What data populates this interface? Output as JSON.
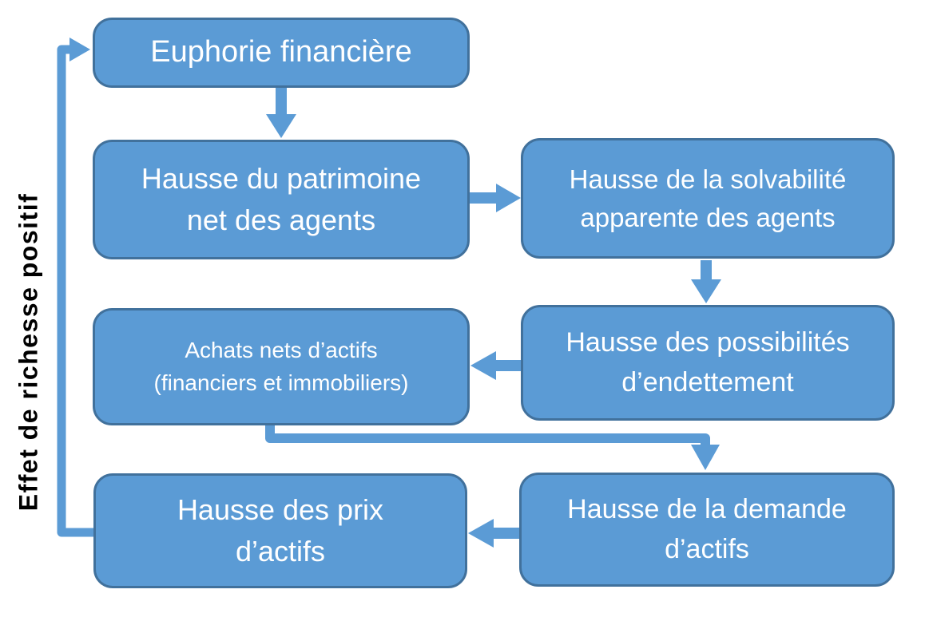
{
  "diagram": {
    "title": "",
    "side_label": "Effet de richesse positif",
    "colors": {
      "box_fill": "#5B9BD5",
      "box_border": "#41719C",
      "arrow": "#5B9BD5",
      "box_text": "#FFFFFF",
      "side_label": "#000000",
      "bg": "#FFFFFF"
    },
    "nodes": [
      {
        "id": "euphorie-financiere",
        "label": "Euphorie financière"
      },
      {
        "id": "hausse-patrimoine-net",
        "label": "Hausse du patrimoine\nnet des agents"
      },
      {
        "id": "hausse-solvabilite-apparente",
        "label": "Hausse de la solvabilité\napparente des agents"
      },
      {
        "id": "achats-nets-actifs",
        "label": "Achats nets d’actifs\n(financiers et immobiliers)"
      },
      {
        "id": "hausse-possibilites-endettement",
        "label": "Hausse des possibilités\nd’endettement"
      },
      {
        "id": "hausse-prix-actifs",
        "label": "Hausse des prix\nd’actifs"
      },
      {
        "id": "hausse-demande-actifs",
        "label": "Hausse de la demande\nd’actifs"
      }
    ],
    "edges": [
      {
        "from": "euphorie-financiere",
        "to": "hausse-patrimoine-net",
        "direction": "down"
      },
      {
        "from": "hausse-patrimoine-net",
        "to": "hausse-solvabilite-apparente",
        "direction": "right"
      },
      {
        "from": "hausse-solvabilite-apparente",
        "to": "hausse-possibilites-endettement",
        "direction": "down"
      },
      {
        "from": "hausse-possibilites-endettement",
        "to": "achats-nets-actifs",
        "direction": "left"
      },
      {
        "from": "achats-nets-actifs",
        "to": "hausse-demande-actifs",
        "direction": "elbow-down-right-down"
      },
      {
        "from": "hausse-demande-actifs",
        "to": "hausse-prix-actifs",
        "direction": "left"
      },
      {
        "from": "hausse-prix-actifs",
        "to": "euphorie-financiere",
        "direction": "elbow-left-up-right",
        "label": "Effet de richesse positif"
      }
    ]
  }
}
